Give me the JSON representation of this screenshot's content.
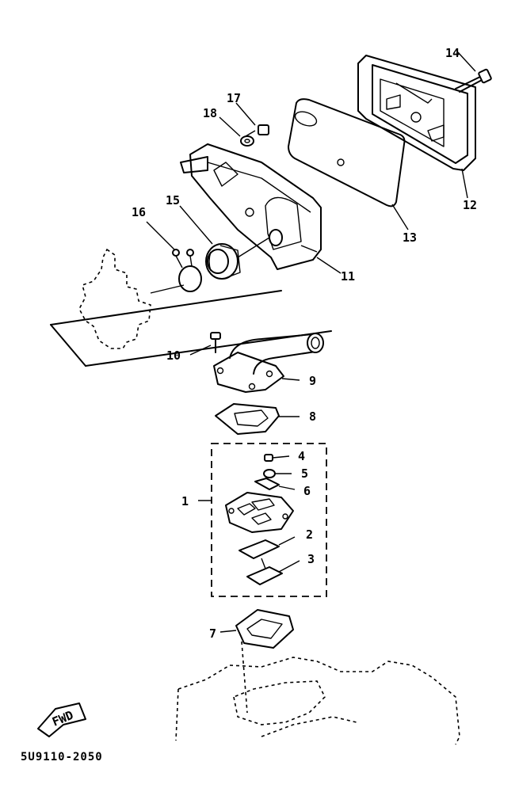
{
  "callouts": [
    "1",
    "2",
    "3",
    "4",
    "5",
    "6",
    "7",
    "8",
    "9",
    "10",
    "11",
    "12",
    "13",
    "14",
    "15",
    "16",
    "17",
    "18"
  ],
  "fwd_mark": "FWD",
  "diagram_code": "5U9110-2050"
}
